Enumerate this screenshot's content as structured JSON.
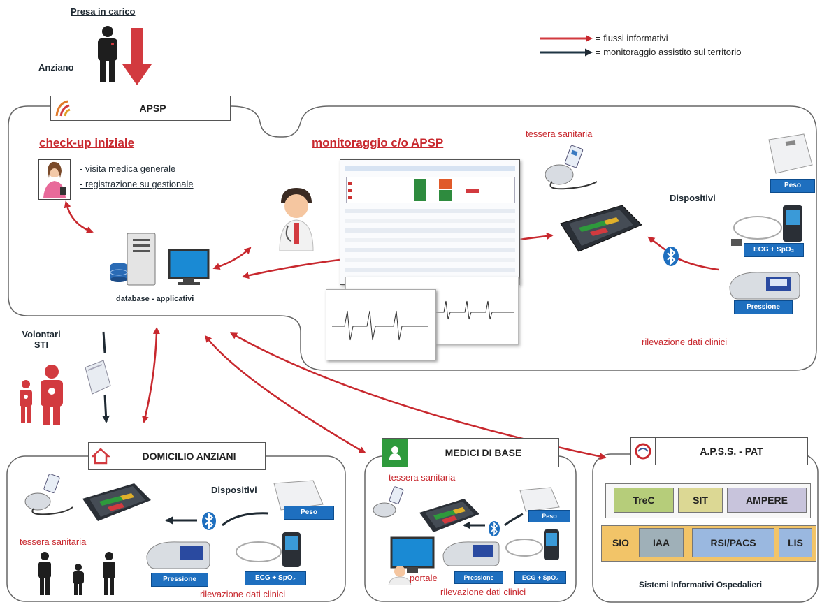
{
  "top": {
    "presa_in_carico": "Presa in carico",
    "anziano": "Anziano"
  },
  "legend": {
    "red_label": "= flussi informativi",
    "dark_label": "= monitoraggio assistito sul territorio",
    "red_color": "#d23a3f",
    "dark_color": "#1f3544"
  },
  "apsp": {
    "header": "APSP",
    "checkup_title": "check-up iniziale",
    "checkup_items": [
      "- visita medica generale",
      "- registrazione su  gestionale"
    ],
    "database_label": "database - applicativi",
    "monitoraggio_title": "monitoraggio c/o APSP",
    "tessera": "tessera sanitaria",
    "dispositivi": "Dispositivi",
    "devices": [
      "Peso",
      "ECG + SpO₂",
      "Pressione"
    ],
    "rilevazione": "rilevazione dati clinici"
  },
  "volontari": {
    "line1": "Volontari",
    "line2": "STI"
  },
  "domicilio": {
    "header": "DOMICILIO ANZIANI",
    "dispositivi": "Dispositivi",
    "tessera": "tessera sanitaria",
    "devices": [
      "Peso",
      "Pressione",
      "ECG + SpO₂"
    ],
    "rilevazione": "rilevazione dati clinici"
  },
  "medici": {
    "header": "MEDICI DI BASE",
    "tessera": "tessera sanitaria",
    "portale": "portale",
    "devices": [
      "Peso",
      "Pressione",
      "ECG + SpO₂"
    ],
    "rilevazione": "rilevazione dati clinici"
  },
  "apss": {
    "header": "A.P.S.S.  -  PAT",
    "row1": [
      "TreC",
      "SIT",
      "AMPERE"
    ],
    "row2": [
      "SIO",
      "IAA",
      "RSI/PACS",
      "LIS"
    ],
    "footer": "Sistemi Informativi Ospedalieri"
  }
}
